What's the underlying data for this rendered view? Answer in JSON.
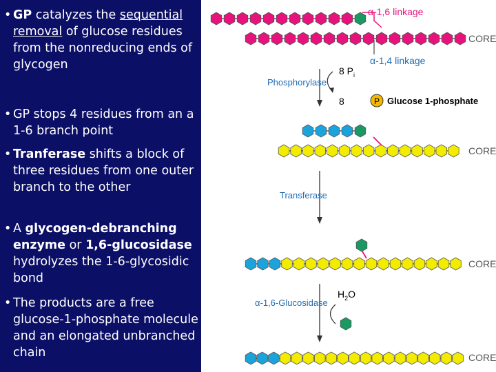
{
  "bullets": [
    {
      "id": 1,
      "parts": [
        {
          "t": "GP",
          "s": "b"
        },
        {
          "t": " catalyzes the "
        },
        {
          "t": "sequential",
          "s": "u"
        },
        {
          "t": " "
        },
        {
          "t": "removal",
          "s": "u"
        },
        {
          "t": " of glucose residues from the nonreducing ends of glycogen"
        }
      ]
    },
    {
      "id": 2,
      "parts": [
        {
          "t": "GP stops 4 residues from an a 1-6 branch point"
        }
      ]
    },
    {
      "id": 3,
      "parts": [
        {
          "t": "Tranferase",
          "s": "b"
        },
        {
          "t": " shifts a block of three residues from one outer branch to the other"
        }
      ]
    },
    {
      "id": 4,
      "parts": [
        {
          "t": "A "
        },
        {
          "t": "glycogen-debranching enzyme",
          "s": "b"
        },
        {
          "t": " or "
        },
        {
          "t": "1,6-glucosidase",
          "s": "b"
        },
        {
          "t": " hydrolyzes the 1-6-glycosidic bond"
        }
      ]
    },
    {
      "id": 5,
      "parts": [
        {
          "t": "The products are a free glucose-1-phosphate molecule and an elongated unbranched chain"
        }
      ]
    }
  ],
  "bullet_glyph": "•",
  "labels": {
    "alpha16": "α-1,6 linkage",
    "alpha14": "α-1,4 linkage",
    "core": "CORE",
    "phosphorylase": "Phosphorylase",
    "pi_coef": "8 P",
    "pi_sub": "i",
    "b8": "8",
    "p_circle": "P",
    "g1p": "Glucose 1-phosphate",
    "transferase": "Transferase",
    "h2o_main": "H",
    "h2o_sub": "2",
    "h2o_end": "O",
    "glucosidase": "α-1,6-Glucosidase"
  },
  "colors": {
    "panel": "#0c0f66",
    "magenta": "#e8127c",
    "cyan": "#1ba3dc",
    "yellow": "#f4ec00",
    "green": "#1a9a62",
    "p_circle_fill": "#f5b800",
    "label_blue": "#1f6db4",
    "core_gray": "#555555"
  },
  "chains": {
    "stage1_branch": [
      "magenta",
      "magenta",
      "magenta",
      "magenta",
      "magenta",
      "magenta",
      "magenta",
      "magenta",
      "magenta",
      "magenta",
      "magenta",
      "green"
    ],
    "stage1_main": [
      "magenta",
      "magenta",
      "magenta",
      "magenta",
      "magenta",
      "magenta",
      "magenta",
      "magenta",
      "magenta",
      "magenta",
      "magenta",
      "magenta",
      "magenta",
      "magenta",
      "magenta",
      "magenta",
      "magenta"
    ],
    "stage2_branch": [
      "cyan",
      "cyan",
      "cyan",
      "cyan",
      "green"
    ],
    "stage2_main": [
      "yellow",
      "yellow",
      "yellow",
      "yellow",
      "yellow",
      "yellow",
      "yellow",
      "yellow",
      "yellow",
      "yellow",
      "yellow",
      "yellow",
      "yellow",
      "yellow",
      "yellow"
    ],
    "stage3_branch": [
      "green"
    ],
    "stage3_main": [
      "cyan",
      "cyan",
      "cyan",
      "yellow",
      "yellow",
      "yellow",
      "yellow",
      "yellow",
      "yellow",
      "yellow",
      "yellow",
      "yellow",
      "yellow",
      "yellow",
      "yellow",
      "yellow",
      "yellow",
      "yellow"
    ],
    "stage4_free": [
      "green"
    ],
    "stage4_main": [
      "cyan",
      "cyan",
      "cyan",
      "yellow",
      "yellow",
      "yellow",
      "yellow",
      "yellow",
      "yellow",
      "yellow",
      "yellow",
      "yellow",
      "yellow",
      "yellow",
      "yellow",
      "yellow",
      "yellow",
      "yellow",
      "yellow"
    ]
  }
}
